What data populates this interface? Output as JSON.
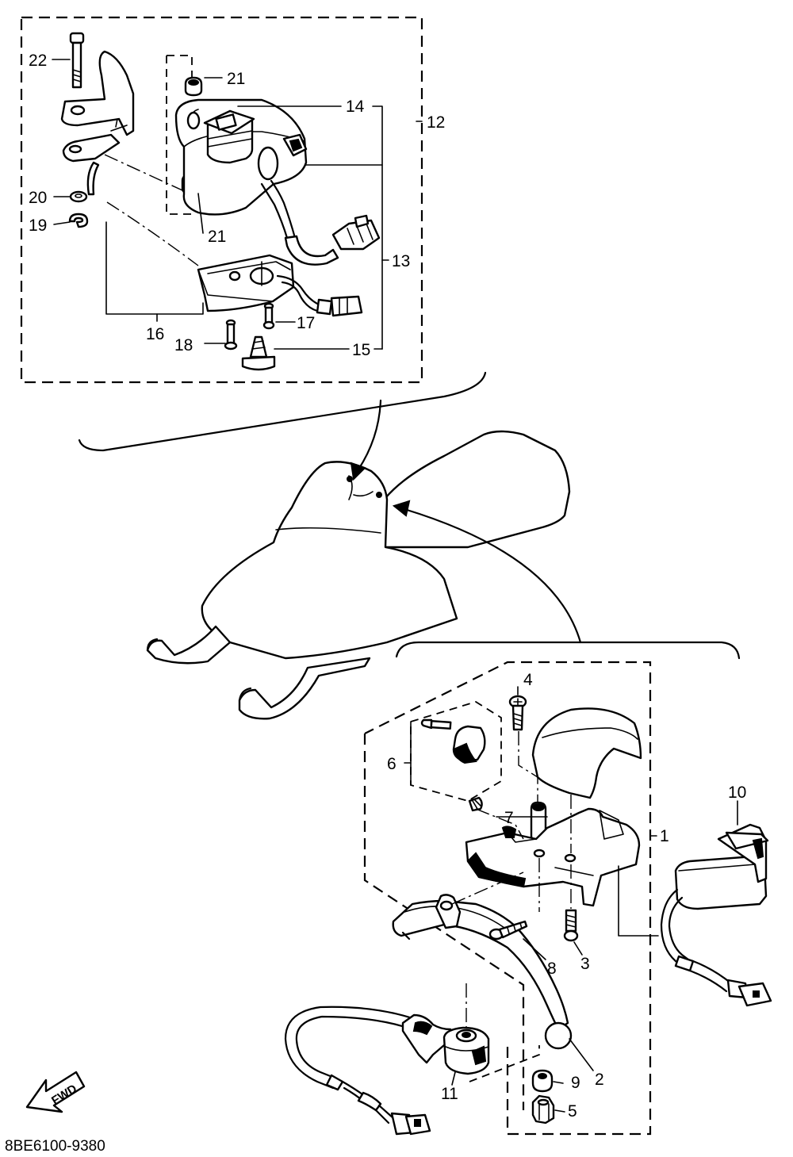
{
  "diagram": {
    "drawing_code": "8BE6100-9380",
    "fwd_label": "FWD",
    "callouts": {
      "c1": "1",
      "c2": "2",
      "c3": "3",
      "c4": "4",
      "c5": "5",
      "c6": "6",
      "c7": "7",
      "c8": "8",
      "c9": "9",
      "c10": "10",
      "c11": "11",
      "c12": "12",
      "c13": "13",
      "c14": "14",
      "c15": "15",
      "c16": "16",
      "c17": "17",
      "c18": "18",
      "c19": "19",
      "c20": "20",
      "c21a": "21",
      "c21b": "21",
      "c22": "22"
    }
  }
}
